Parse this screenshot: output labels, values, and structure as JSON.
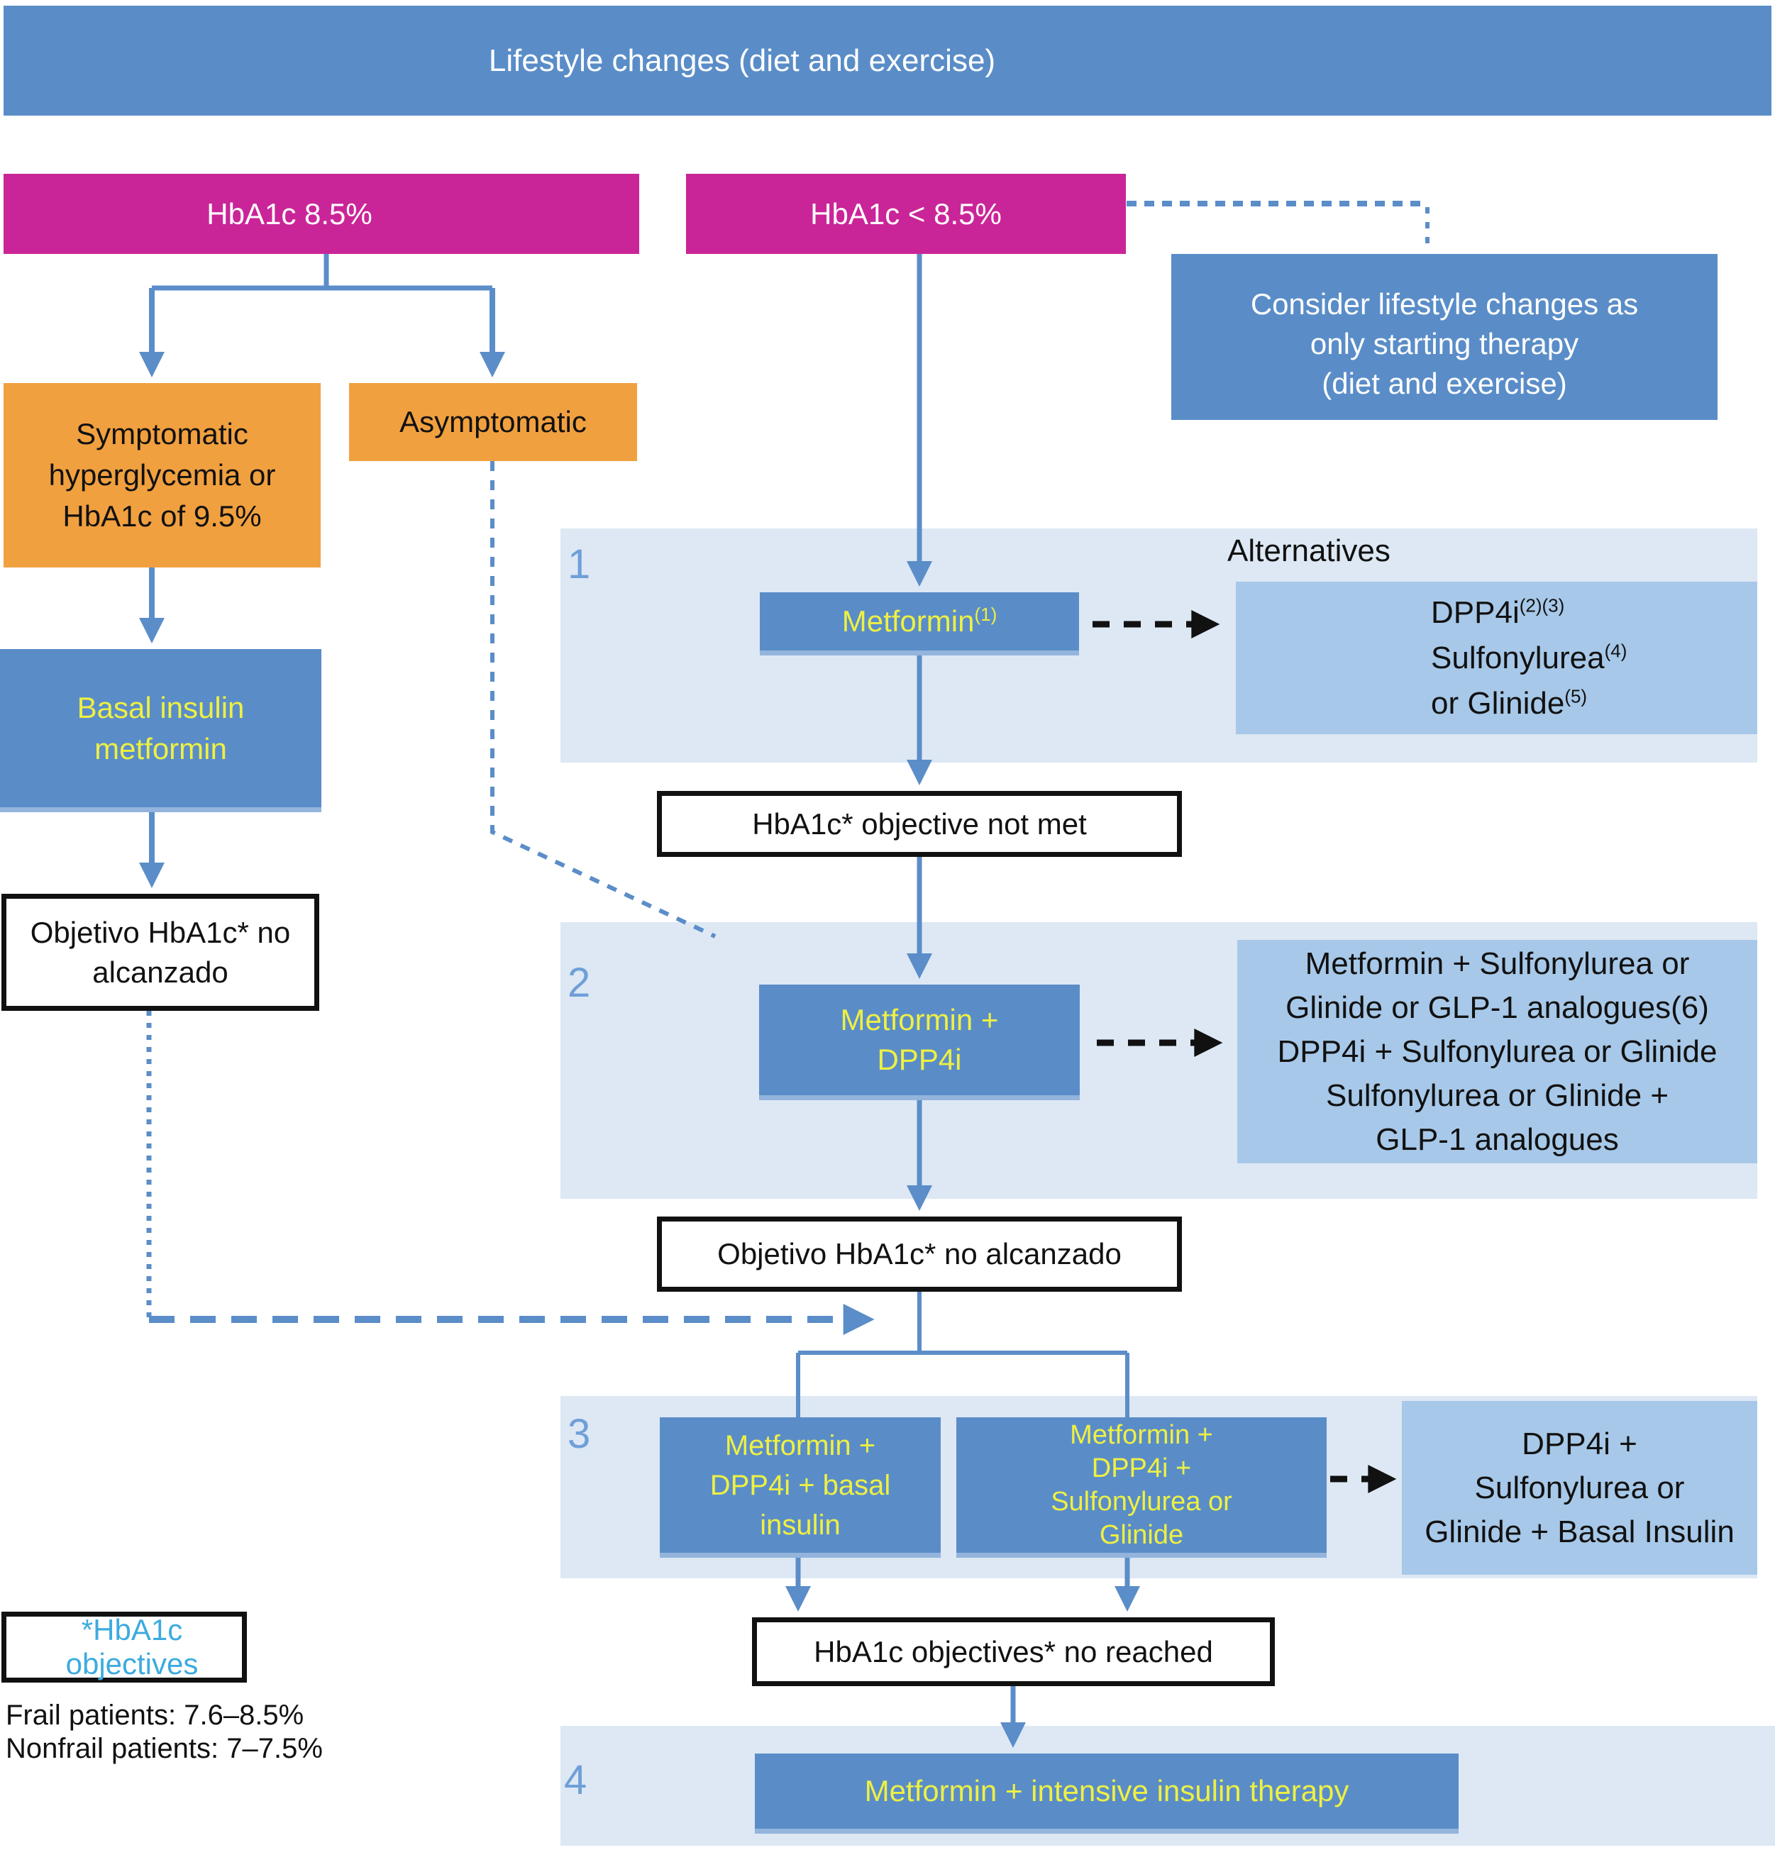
{
  "colors": {
    "banner_blue": "#5a8dc8",
    "band_blue": "#dde8f4",
    "alternatives_blue": "#a7c8e8",
    "pink": "#ca2598",
    "orange": "#f1a03f",
    "yellow_text": "#eef043",
    "cyan_text": "#3cabdf",
    "arrow_blue": "#5b8dc8",
    "step_number_blue": "#6f9fd8"
  },
  "banner": {
    "label": "Lifestyle changes (diet and exercise)"
  },
  "decision": {
    "high": "HbA1c 8.5%",
    "low": "HbA1c < 8.5%",
    "consider": "Consider lifestyle changes as\nonly starting therapy\n(diet and exercise)"
  },
  "left_branch": {
    "symptomatic": "Symptomatic\nhyperglycemia or\nHbA1c of 9.5%",
    "asymptomatic": "Asymptomatic",
    "basal": "Basal insulin\nmetformin",
    "objective_not_met": "Objetivo HbA1c* no\nalcanzado"
  },
  "steps": [
    {
      "number": "1",
      "box": "Metformin",
      "box_sup": "(1)",
      "alternatives_label": "Alternatives",
      "alts": [
        {
          "t": "DPP4i",
          "s": "(2)(3)"
        },
        {
          "t": "Sulfonylurea",
          "s": "(4)"
        },
        {
          "t": "or Glinide",
          "s": "(5)"
        }
      ]
    },
    {
      "number": "2",
      "box": "Metformin +\nDPP4i",
      "alts": [
        "Metformin + Sulfonylurea or",
        "Glinide or GLP-1 analogues(6)",
        "DPP4i + Sulfonylurea or Glinide",
        "Sulfonylurea or Glinide +",
        "GLP-1 analogues"
      ]
    },
    {
      "number": "3",
      "box_a": "Metformin +\nDPP4i + basal\ninsulin",
      "box_b": "Metformin +\nDPP4i +\nSulfonylurea or\nGlinide",
      "alt": "DPP4i +\nSulfonylurea or\nGlinide + Basal Insulin"
    },
    {
      "number": "4",
      "box": "Metformin + intensive insulin therapy"
    }
  ],
  "milestones": {
    "objective_not_met_en": "HbA1c* objective not met",
    "objective_not_met_es": "Objetivo HbA1c* no alcanzado",
    "objectives_no_reached": "HbA1c objectives* no reached"
  },
  "legend": {
    "title": "*HbA1c objectives",
    "lines": [
      "Frail patients: 7.6–8.5%",
      "Nonfrail patients: 7–7.5%"
    ]
  }
}
